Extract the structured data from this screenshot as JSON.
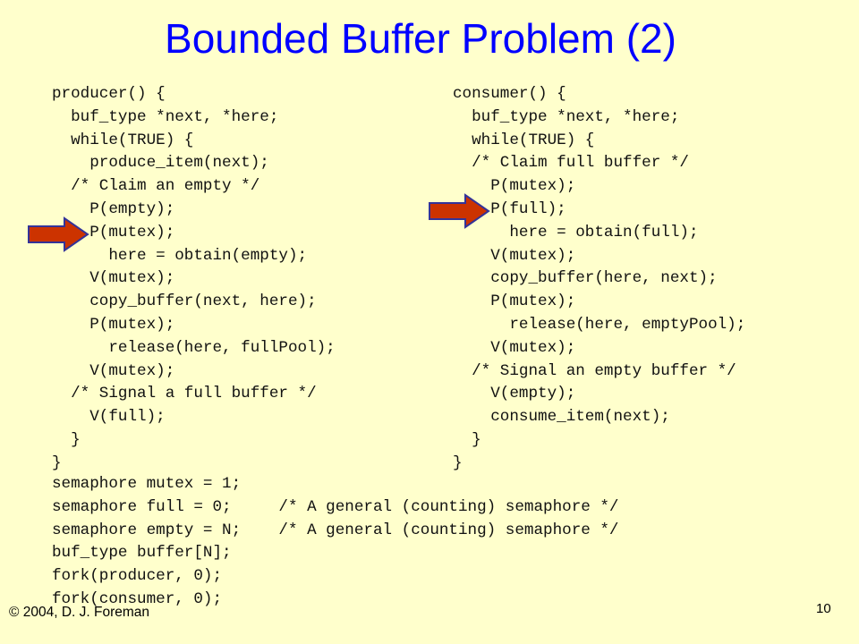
{
  "slide": {
    "title": "Bounded Buffer Problem (2)",
    "producer_lines": [
      "producer() {",
      "  buf_type *next, *here;",
      "  while(TRUE) {",
      "    produce_item(next);",
      "  /* Claim an empty */",
      "    P(empty);",
      "    P(mutex);",
      "      here = obtain(empty);",
      "    V(mutex);",
      "    copy_buffer(next, here);",
      "    P(mutex);",
      "      release(here, fullPool);",
      "    V(mutex);",
      "  /* Signal a full buffer */",
      "    V(full);",
      "  }",
      "}"
    ],
    "consumer_lines": [
      "consumer() {",
      "  buf_type *next, *here;",
      "  while(TRUE) {",
      "  /* Claim full buffer */",
      "    P(mutex);",
      "    P(full);",
      "      here = obtain(full);",
      "    V(mutex);",
      "    copy_buffer(here, next);",
      "    P(mutex);",
      "      release(here, emptyPool);",
      "    V(mutex);",
      "  /* Signal an empty buffer */",
      "    V(empty);",
      "    consume_item(next);",
      "  }",
      "}"
    ],
    "global_lines": [
      "semaphore mutex = 1;",
      "semaphore full = 0;     /* A general (counting) semaphore */",
      "semaphore empty = N;    /* A general (counting) semaphore */",
      "buf_type buffer[N];",
      "fork(producer, 0);",
      "fork(consumer, 0);"
    ],
    "copyright": "© 2004, D. J. Foreman",
    "page_number": "10"
  },
  "colors": {
    "background": "#ffffcc",
    "title": "#0000ff",
    "arrow_fill": "#cc3300",
    "arrow_stroke": "#333399"
  },
  "icons": {
    "arrow_left": "right-arrow-icon",
    "arrow_right": "right-arrow-icon"
  }
}
